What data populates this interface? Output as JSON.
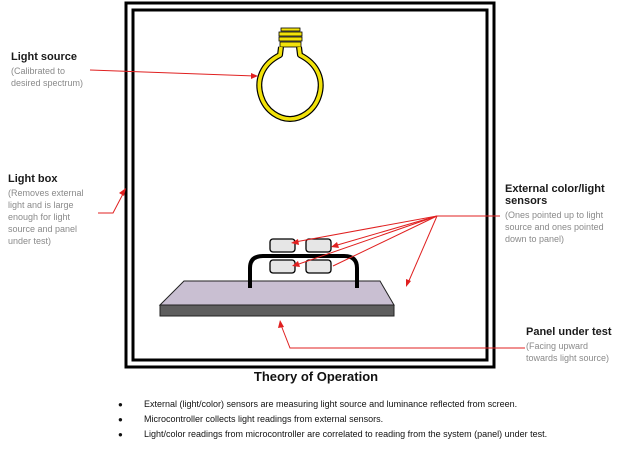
{
  "labels": {
    "light_source": {
      "title": "Light source",
      "desc": [
        "(Calibrated to",
        "desired spectrum)"
      ]
    },
    "light_box": {
      "title": "Light box",
      "desc": [
        "(Removes external",
        "light and is large",
        "enough for light",
        "source and panel",
        "under test)"
      ]
    },
    "sensors": {
      "title": [
        "External color/light",
        "sensors"
      ],
      "desc": [
        "(Ones pointed up to light",
        "source and ones pointed",
        "down to panel)"
      ]
    },
    "panel": {
      "title": "Panel under test",
      "desc": [
        "(Facing upward",
        "towards light source)"
      ]
    }
  },
  "diagram_title": "Theory of Operation",
  "bullets": [
    "External (light/color) sensors are measuring light source and luminance reflected from screen.",
    "Microcontroller collects light readings from external sensors.",
    "Light/color readings from microcontroller are correlated to reading from the system (panel) under test."
  ],
  "colors": {
    "annotation": "#e02020",
    "bulb": "#f2e20a",
    "panel_top": "#c9bfd2",
    "panel_side": "#5e5e5e"
  }
}
